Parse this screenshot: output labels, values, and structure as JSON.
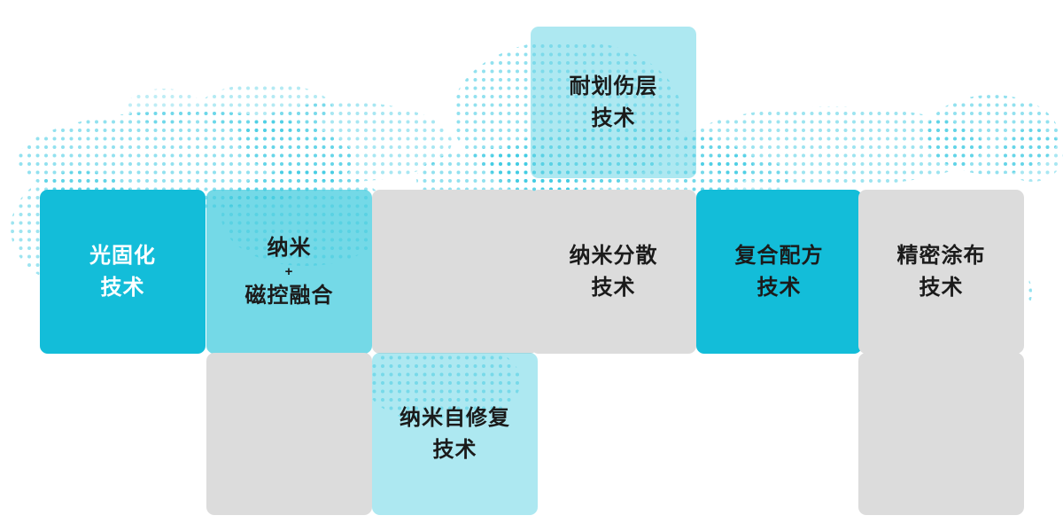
{
  "diagram": {
    "title": "core-technology-tiles",
    "tiles": [
      {
        "name": "scratch-resistant",
        "lines": [
          "耐划伤层",
          "技术"
        ]
      },
      {
        "name": "uv-curing",
        "lines": [
          "光固化",
          "技术"
        ]
      },
      {
        "name": "nano-magnetron-fusion",
        "lines": [
          "纳米",
          "+",
          "磁控融合"
        ]
      },
      {
        "name": "nano-dispersion",
        "lines": [
          "纳米分散",
          "技术"
        ]
      },
      {
        "name": "composite-formula",
        "lines": [
          "复合配方",
          "技术"
        ]
      },
      {
        "name": "precision-coating",
        "lines": [
          "精密涂布",
          "技术"
        ]
      },
      {
        "name": "nano-self-healing",
        "lines": [
          "纳米自修复",
          "技术"
        ]
      }
    ],
    "colors": {
      "bright_cyan": "#13bdd9",
      "medium_cyan": "#74dae7",
      "light_cyan": "#a9e7f0",
      "gray": "#dcdcdc",
      "dot_cyan": "#25c3de",
      "text_dark": "#1b1b1b",
      "text_light": "#ffffff"
    }
  }
}
